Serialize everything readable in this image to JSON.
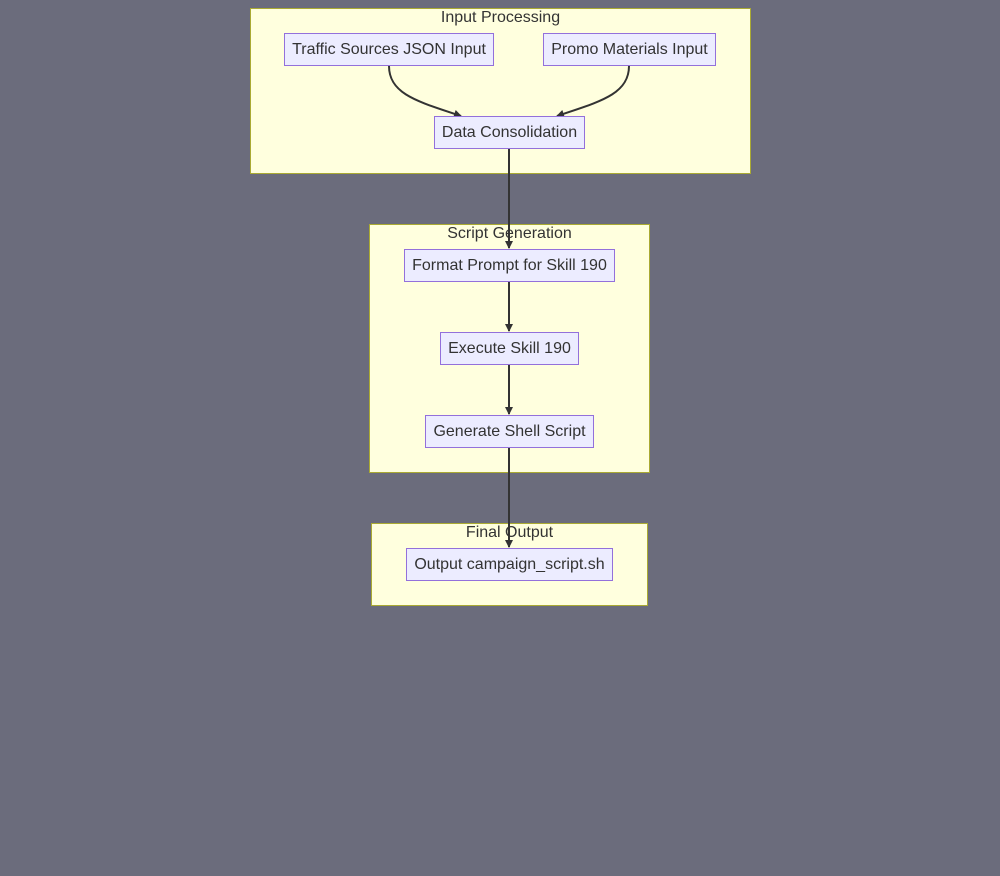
{
  "clusters": {
    "input_processing": "Input Processing",
    "script_generation": "Script Generation",
    "final_output": "Final Output"
  },
  "nodes": {
    "traffic_sources": "Traffic Sources JSON Input",
    "promo_materials": "Promo Materials Input",
    "data_consolidation": "Data Consolidation",
    "format_prompt": "Format Prompt for Skill 190",
    "execute_skill": "Execute Skill 190",
    "generate_script": "Generate Shell Script",
    "output_script": "Output campaign_script.sh"
  },
  "edges": [
    {
      "from": "traffic_sources",
      "to": "data_consolidation"
    },
    {
      "from": "promo_materials",
      "to": "data_consolidation"
    },
    {
      "from": "data_consolidation",
      "to": "format_prompt"
    },
    {
      "from": "format_prompt",
      "to": "execute_skill"
    },
    {
      "from": "execute_skill",
      "to": "generate_script"
    },
    {
      "from": "generate_script",
      "to": "output_script"
    }
  ],
  "colors": {
    "background": "#6b6c7c",
    "cluster_fill": "#ffffde",
    "cluster_border": "#aaaa33",
    "node_fill": "#ececff",
    "node_border": "#9370db",
    "edge": "#333333",
    "text": "#333333"
  }
}
